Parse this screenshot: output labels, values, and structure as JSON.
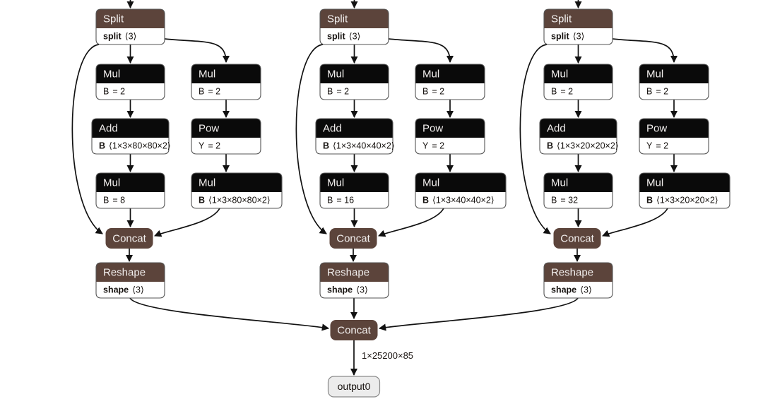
{
  "colors": {
    "brown": "#5c443b",
    "black": "#0a0a0a",
    "node_body": "#ffffff",
    "edge": "#121212",
    "output_pill_fill": "#ececec",
    "output_pill_border": "#8a8a8a",
    "header_text": "#f2efee",
    "body_text": "#16120f"
  },
  "graph": {
    "edge_label_final": "1×25200×85",
    "output_node": {
      "label": "output0"
    },
    "final_concat": {
      "label": "Concat"
    },
    "columns": [
      {
        "id": "column-0",
        "split": {
          "header": "Split",
          "attr_name": "split",
          "attr_value": "⟨3⟩"
        },
        "left_branch": [
          {
            "header": "Mul",
            "attr_name": "B",
            "attr_value": "= 2",
            "bold_name": false
          },
          {
            "header": "Add",
            "attr_name": "B",
            "attr_value": "⟨1×3×80×80×2⟩",
            "bold_name": true
          },
          {
            "header": "Mul",
            "attr_name": "B",
            "attr_value": "= 8",
            "bold_name": false
          }
        ],
        "right_branch": [
          {
            "header": "Mul",
            "attr_name": "B",
            "attr_value": "= 2",
            "bold_name": false
          },
          {
            "header": "Pow",
            "attr_name": "Y",
            "attr_value": "= 2",
            "bold_name": false
          },
          {
            "header": "Mul",
            "attr_name": "B",
            "attr_value": "⟨1×3×80×80×2⟩",
            "bold_name": true
          }
        ],
        "concat": {
          "label": "Concat"
        },
        "reshape": {
          "header": "Reshape",
          "attr_name": "shape",
          "attr_value": "⟨3⟩"
        }
      },
      {
        "id": "column-1",
        "split": {
          "header": "Split",
          "attr_name": "split",
          "attr_value": "⟨3⟩"
        },
        "left_branch": [
          {
            "header": "Mul",
            "attr_name": "B",
            "attr_value": "= 2",
            "bold_name": false
          },
          {
            "header": "Add",
            "attr_name": "B",
            "attr_value": "⟨1×3×40×40×2⟩",
            "bold_name": true
          },
          {
            "header": "Mul",
            "attr_name": "B",
            "attr_value": "= 16",
            "bold_name": false
          }
        ],
        "right_branch": [
          {
            "header": "Mul",
            "attr_name": "B",
            "attr_value": "= 2",
            "bold_name": false
          },
          {
            "header": "Pow",
            "attr_name": "Y",
            "attr_value": "= 2",
            "bold_name": false
          },
          {
            "header": "Mul",
            "attr_name": "B",
            "attr_value": "⟨1×3×40×40×2⟩",
            "bold_name": true
          }
        ],
        "concat": {
          "label": "Concat"
        },
        "reshape": {
          "header": "Reshape",
          "attr_name": "shape",
          "attr_value": "⟨3⟩"
        }
      },
      {
        "id": "column-2",
        "split": {
          "header": "Split",
          "attr_name": "split",
          "attr_value": "⟨3⟩"
        },
        "left_branch": [
          {
            "header": "Mul",
            "attr_name": "B",
            "attr_value": "= 2",
            "bold_name": false
          },
          {
            "header": "Add",
            "attr_name": "B",
            "attr_value": "⟨1×3×20×20×2⟩",
            "bold_name": true
          },
          {
            "header": "Mul",
            "attr_name": "B",
            "attr_value": "= 32",
            "bold_name": false
          }
        ],
        "right_branch": [
          {
            "header": "Mul",
            "attr_name": "B",
            "attr_value": "= 2",
            "bold_name": false
          },
          {
            "header": "Pow",
            "attr_name": "Y",
            "attr_value": "= 2",
            "bold_name": false
          },
          {
            "header": "Mul",
            "attr_name": "B",
            "attr_value": "⟨1×3×20×20×2⟩",
            "bold_name": true
          }
        ],
        "concat": {
          "label": "Concat"
        },
        "reshape": {
          "header": "Reshape",
          "attr_name": "shape",
          "attr_value": "⟨3⟩"
        }
      }
    ]
  }
}
